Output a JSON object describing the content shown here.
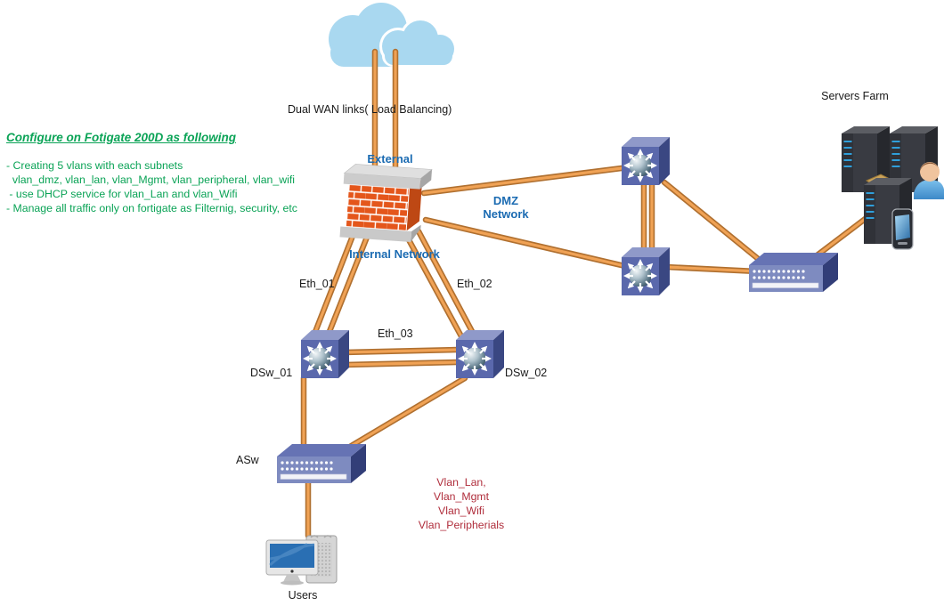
{
  "annotations": {
    "config_note": {
      "title": "Configure on Fotigate 200D as following",
      "body": "- Creating 5 vlans with each subnets\n  vlan_dmz, vlan_lan, vlan_Mgmt, vlan_peripheral, vlan_wifi\n - use DHCP service for vlan_Lan and vlan_Wifi\n- Manage all traffic only on fortigate as Filternig, security, etc"
    },
    "dual_wan_label": "Dual WAN links( Load Balancing)",
    "vlan_note": "Vlan_Lan,\nVlan_Mgmt\nVlan_Wifi\nVlan_Peripherials"
  },
  "zones": {
    "external": "External",
    "internal": "Internal Network",
    "dmz": "DMZ\nNetwork"
  },
  "nodes": {
    "servers_farm": "Servers Farm",
    "dsw01": "DSw_01",
    "dsw02": "DSw_02",
    "asw": "ASw",
    "users": "Users"
  },
  "links": {
    "eth01": "Eth_01",
    "eth02": "Eth_02",
    "eth03": "Eth_03"
  },
  "icons": {
    "cloud": "internet-cloud",
    "firewall": "brick-firewall",
    "multilayer_switch": "multilayer-switch",
    "rack_switch": "rack-switch",
    "server_tower": "server-tower",
    "person": "person",
    "phone": "smartphone",
    "workstation": "desktop-computer"
  },
  "colors": {
    "link_orange": "#e8963e",
    "link_edge": "#b07030",
    "cloud_blue": "#a9d8f0",
    "zone_label_blue": "#1b6bb2",
    "note_green": "#0aa356",
    "note_red": "#b02e3c",
    "brick_orange": "#e4561b",
    "switch_navy": "#5a68ac",
    "text_black": "#1a1a1a"
  }
}
